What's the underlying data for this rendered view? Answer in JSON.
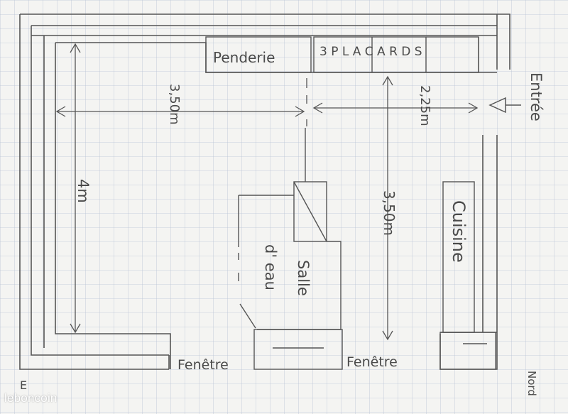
{
  "labels": {
    "penderie": "Penderie",
    "placards": "3 P L A C A R D S",
    "entree": "Entrée",
    "dim_width_left": "3,50m",
    "dim_width_right": "2,25m",
    "dim_height_left": "4m",
    "dim_height_right": "3,50m",
    "cuisine": "Cuisine",
    "salle_line1": "Salle",
    "salle_line2": "d' eau",
    "fenetre_left": "Fenêtre",
    "fenetre_right": "Fenêtre",
    "nord": "Nord",
    "est_partial": "E"
  },
  "watermark": "leboncoin",
  "colors": {
    "paper": "#f4f4f2",
    "grid": "#b9c3d6",
    "pencil": "#555555"
  }
}
